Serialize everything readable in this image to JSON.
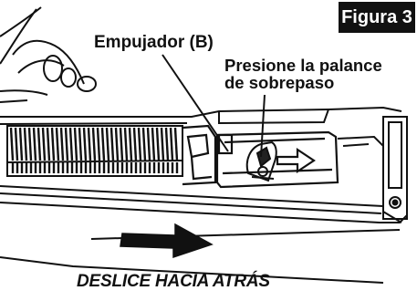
{
  "figure": {
    "badge": "Figura 3",
    "pusher_label": "Empujador (B)",
    "lever_label_line1": "Presione la palance",
    "lever_label_line2": "de sobrepaso",
    "slide_label": "DESLICE HACIA ATRÁS"
  },
  "colors": {
    "ink": "#111111",
    "background": "#ffffff",
    "badge_bg": "#111111",
    "badge_text": "#ffffff"
  },
  "icons": {
    "arrow_large": "right-arrow-icon",
    "arrow_small": "right-arrow-outline-icon"
  }
}
